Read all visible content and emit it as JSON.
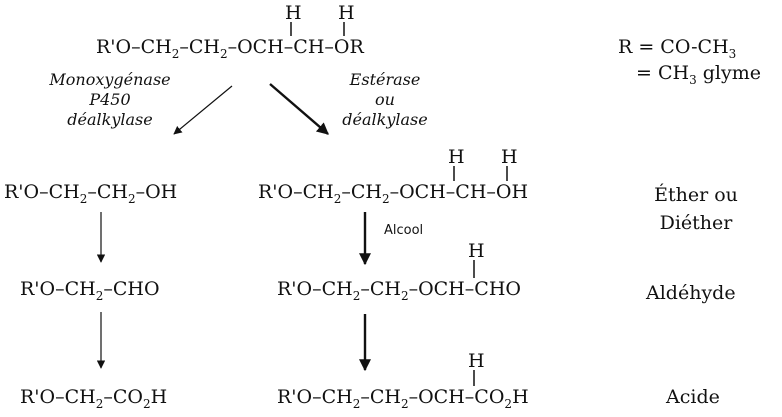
{
  "top": {
    "formula": {
      "p1": "R'O–CH",
      "s1": "2",
      "p2": "–CH",
      "s2": "2",
      "p3": "–OCH–CH–OR"
    },
    "h1": "H",
    "h2": "H"
  },
  "legend": {
    "line1": "R = CO-CH",
    "sub1": "3",
    "line2_a": "= CH",
    "sub2": "3",
    "line2_b": " glyme"
  },
  "enzymes": {
    "left": [
      "Monoxygénase",
      "P450",
      "déalkylase"
    ],
    "right": [
      "Estérase",
      "ou",
      "déalkylase"
    ]
  },
  "left_column": {
    "alcohol": {
      "p1": "R'O–CH",
      "s1": "2",
      "p2": "–CH",
      "s2": "2",
      "p3": "–OH"
    },
    "aldehyde": {
      "p1": "R'O–CH",
      "s1": "2",
      "p2": "–CHO"
    },
    "acid": {
      "p1": "R'O–CH",
      "s1": "2",
      "p2": "–CO",
      "s2": "2",
      "p3": "H"
    }
  },
  "right_column": {
    "alcohol": {
      "p1": "R'O–CH",
      "s1": "2",
      "p2": "–CH",
      "s2": "2",
      "p3": "–OCH–CH–OH",
      "h1": "H",
      "h2": "H"
    },
    "aldehyde": {
      "p1": "R'O–CH",
      "s1": "2",
      "p2": "–CH",
      "s2": "2",
      "p3": "–OCH–CHO",
      "h1": "H"
    },
    "acid": {
      "p1": "R'O–CH",
      "s1": "2",
      "p2": "–CH",
      "s2": "2",
      "p3": "–OCH–CO",
      "s3": "2",
      "p4": "H",
      "h1": "H"
    }
  },
  "arrow_label": "Alcool",
  "categories": {
    "ether": [
      "Éther ou",
      "Diéther"
    ],
    "aldehyde": "Aldéhyde",
    "acid": "Acide"
  }
}
